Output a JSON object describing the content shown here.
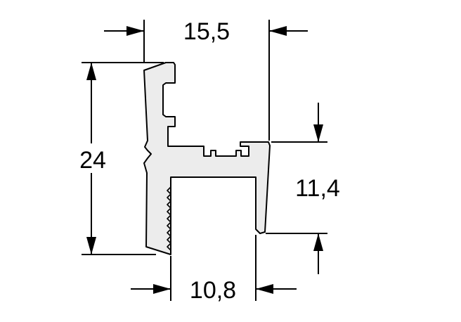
{
  "diagram": {
    "dimensions": {
      "top_width": "15,5",
      "height_total": "24",
      "height_right": "11,4",
      "bottom_width": "10,8"
    },
    "colors": {
      "profile_fill": "#ececec",
      "stroke": "#000000",
      "background": "#ffffff"
    }
  }
}
